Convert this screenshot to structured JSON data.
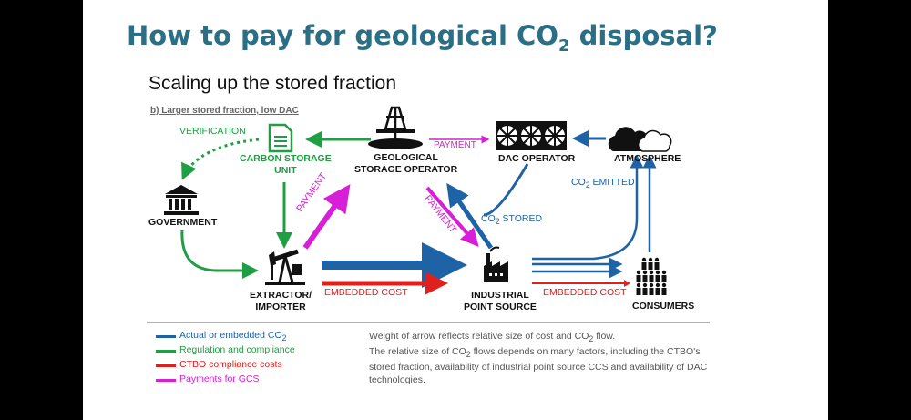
{
  "title": {
    "main": "How to pay for geological CO",
    "sub": "2",
    "tail": " disposal?"
  },
  "subtitle": "Scaling up the stored fraction",
  "panel_label": "b) Larger stored fraction, low DAC",
  "nodes": {
    "carbon_storage_unit": [
      "CARBON STORAGE",
      "UNIT"
    ],
    "geological_storage_operator": [
      "GEOLOGICAL",
      "STORAGE OPERATOR"
    ],
    "dac_operator": "DAC OPERATOR",
    "atmosphere": "ATMOSPHERE",
    "government": "GOVERNMENT",
    "extractor_importer": [
      "EXTRACTOR/",
      "IMPORTER"
    ],
    "industrial_point_source": [
      "INDUSTRIAL",
      "POINT SOURCE"
    ],
    "consumers": "CONSUMERS"
  },
  "arrow_labels": {
    "verification": "VERIFICATION",
    "payment_top": "PAYMENT",
    "payment_up": "PAYMENT",
    "payment_down": "PAYMENT",
    "co2_stored": {
      "pre": "CO",
      "sub": "2",
      "post": " STORED"
    },
    "co2_emitted": {
      "pre": "CO",
      "sub": "2",
      "post": " EMITTED"
    },
    "embedded_cost_left": "EMBEDDED COST",
    "embedded_cost_right": "EMBEDDED COST"
  },
  "legend": [
    {
      "pre": "Actual or embedded CO",
      "sub": "2",
      "post": "",
      "color": "#1e63a6"
    },
    {
      "pre": "Regulation and compliance",
      "sub": "",
      "post": "",
      "color": "#1f9e43"
    },
    {
      "pre": "CTBO compliance costs",
      "sub": "",
      "post": "",
      "color": "#e0201c"
    },
    {
      "pre": "Payments for GCS",
      "sub": "",
      "post": "",
      "color": "#d61fd6"
    }
  ],
  "note": {
    "line1_pre": "Weight of arrow reflects relative size of cost and CO",
    "line1_sub": "2",
    "line1_post": " flow.",
    "line2_pre": "The relative size of CO",
    "line2_sub": "2",
    "line2_post": " flows depends on many factors, including the CTBO's stored fraction, availability of industrial point source CCS and availability of DAC technologies."
  },
  "colors": {
    "blue": "#1e63a6",
    "green": "#1f9e43",
    "red": "#e0201c",
    "magenta": "#d61fd6",
    "title": "#2a6f86"
  }
}
